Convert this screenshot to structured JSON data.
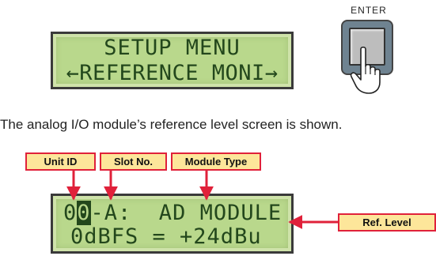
{
  "top_lcd": {
    "line1": "SETUP MENU",
    "line2": "←REFERENCE MONI→"
  },
  "enter_button": {
    "label": "ENTER",
    "icon": "pointing-hand-icon"
  },
  "caption": "The analog I/O module’s reference level screen is shown.",
  "bottom_lcd": {
    "unit_prefix": "0",
    "unit_cursor": "0",
    "line1_rest": "-A:  AD MODULE",
    "line2": "0dBFS = +24dBu"
  },
  "callouts": {
    "unit_id": "Unit ID",
    "slot_no": "Slot No.",
    "module_type": "Module Type",
    "ref_level": "Ref. Level"
  },
  "colors": {
    "lcd_background": "#b9d88c",
    "lcd_text": "#23471c",
    "callout_fill": "#fde69a",
    "callout_border": "#e0213a"
  }
}
